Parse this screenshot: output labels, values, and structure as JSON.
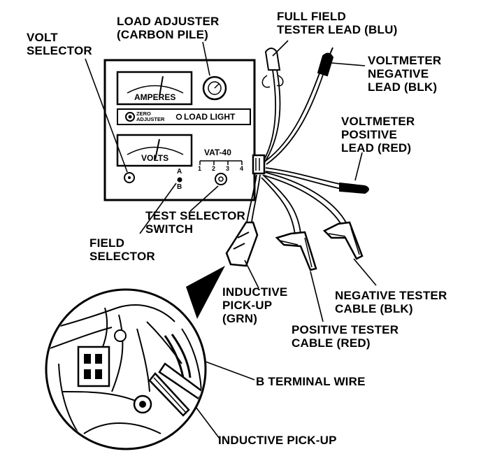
{
  "labels": {
    "volt_selector": "VOLT\nSELECTOR",
    "load_adjuster": "LOAD ADJUSTER\n(CARBON PILE)",
    "full_field_lead": "FULL FIELD\nTESTER LEAD (BLU)",
    "voltmeter_negative": "VOLTMETER\nNEGATIVE\nLEAD (BLK)",
    "voltmeter_positive": "VOLTMETER\nPOSITIVE\nLEAD (RED)",
    "test_selector": "TEST SELECTOR\nSWITCH",
    "field_selector": "FIELD\nSELECTOR",
    "inductive_pickup_grn": "INDUCTIVE\nPICK-UP\n(GRN)",
    "negative_tester_cable": "NEGATIVE TESTER\nCABLE (BLK)",
    "positive_tester_cable": "POSITIVE TESTER\nCABLE (RED)",
    "b_terminal_wire": "B TERMINAL WIRE",
    "inductive_pickup": "INDUCTIVE PICK-UP"
  },
  "panel": {
    "amperes": "AMPERES",
    "volts": "VOLTS",
    "zero_adjuster": "ZERO\nADJUSTER",
    "load_light": "LOAD LIGHT",
    "model": "VAT-40",
    "positions": [
      "1",
      "2",
      "3",
      "4"
    ],
    "field_a": "A",
    "field_b": "B"
  },
  "colors": {
    "ink": "#000000",
    "paper": "#ffffff"
  }
}
